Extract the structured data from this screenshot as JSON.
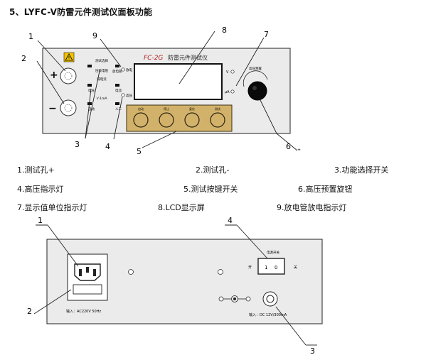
{
  "heading": "5、LYFC-V防雷元件测试仪面板功能",
  "front_panel": {
    "callouts": [
      "1",
      "2",
      "3",
      "4",
      "5",
      "6",
      "7",
      "8",
      "9"
    ],
    "plus_sign": "+",
    "minus_sign": "−",
    "logo_text": "FC-2G",
    "device_name": "防雷元件测试仪",
    "func_labels": [
      "测试选择",
      "压敏电阻",
      "放电管",
      "漏电流",
      "电压",
      "电流",
      "V·1mA",
      "自动",
      "人工"
    ],
    "high_voltage_label": "高压",
    "discharge_label": "放电",
    "unit_v": "V",
    "unit_ua": "μA",
    "knob_label": "高压预置",
    "button_labels": [
      "启动",
      "停止",
      "复位",
      "测试"
    ]
  },
  "legend": [
    {
      "num": "1",
      "text": "1.测试孔+"
    },
    {
      "num": "2",
      "text": "2.测试孔-"
    },
    {
      "num": "3",
      "text": "3.功能选择开关"
    },
    {
      "num": "4",
      "text": "4.高压指示灯"
    },
    {
      "num": "5",
      "text": "5.测试按键开关"
    },
    {
      "num": "6",
      "text": "6.高压预置旋钮"
    },
    {
      "num": "7",
      "text": "7.显示值单位指示灯"
    },
    {
      "num": "8",
      "text": "8.LCD显示屏"
    },
    {
      "num": "9",
      "text": "9.放电管放电指示灯"
    }
  ],
  "rear_panel": {
    "callouts": [
      "1",
      "2",
      "3",
      "4"
    ],
    "power_switch_label": "电源开关",
    "on_label": "开",
    "off_label": "关",
    "switch_one": "1",
    "switch_zero": "0",
    "input_ac": "输入：AC220V  50Hz",
    "input_dc": "输入：DC 12V/300mA"
  }
}
